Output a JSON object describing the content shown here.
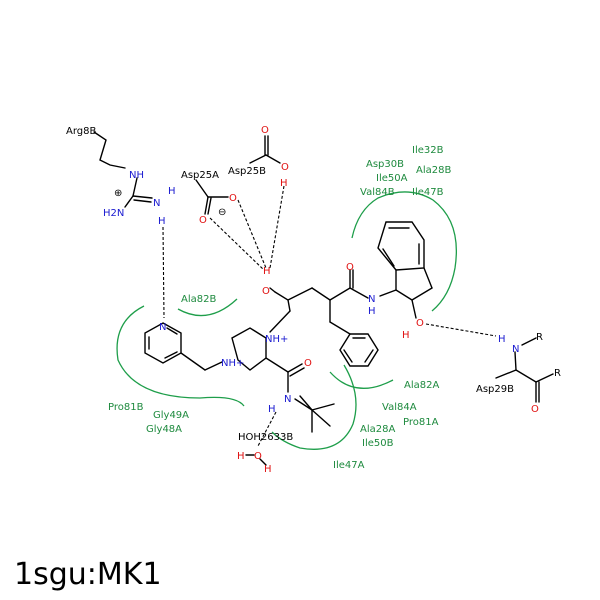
{
  "title": "1sgu:MK1",
  "colors": {
    "residue": "#1e8a3e",
    "hydrophobic_arc": "#1e9e4a",
    "nitrogen": "#1a1ad0",
    "oxygen": "#e01010",
    "bond": "#000000"
  },
  "labels": {
    "Arg8B": "Arg8B",
    "Asp25B": "Asp25B",
    "Asp25A": "Asp25A",
    "Asp30B": "Asp30B",
    "Ile32B": "Ile32B",
    "Ile50A": "Ile50A",
    "Ala28B": "Ala28B",
    "Val84B": "Val84B",
    "Ile47B": "Ile47B",
    "Ala82B": "Ala82B",
    "Pro81B": "Pro81B",
    "Gly49A": "Gly49A",
    "Gly48A": "Gly48A",
    "Ala82A": "Ala82A",
    "Val84A": "Val84A",
    "Pro81A": "Pro81A",
    "Ala28A": "Ala28A",
    "Ile50B": "Ile50B",
    "Ile47A": "Ile47A",
    "Asp29B": "Asp29B",
    "HOH2633B": "HOH2633B",
    "R1": "R",
    "R2": "R"
  },
  "atoms": {
    "N": "N",
    "NH": "NH",
    "H": "H",
    "H2N": "H2N",
    "O": "O",
    "NHplus": "NH+",
    "plus": "⊕",
    "minus": "⊖"
  }
}
